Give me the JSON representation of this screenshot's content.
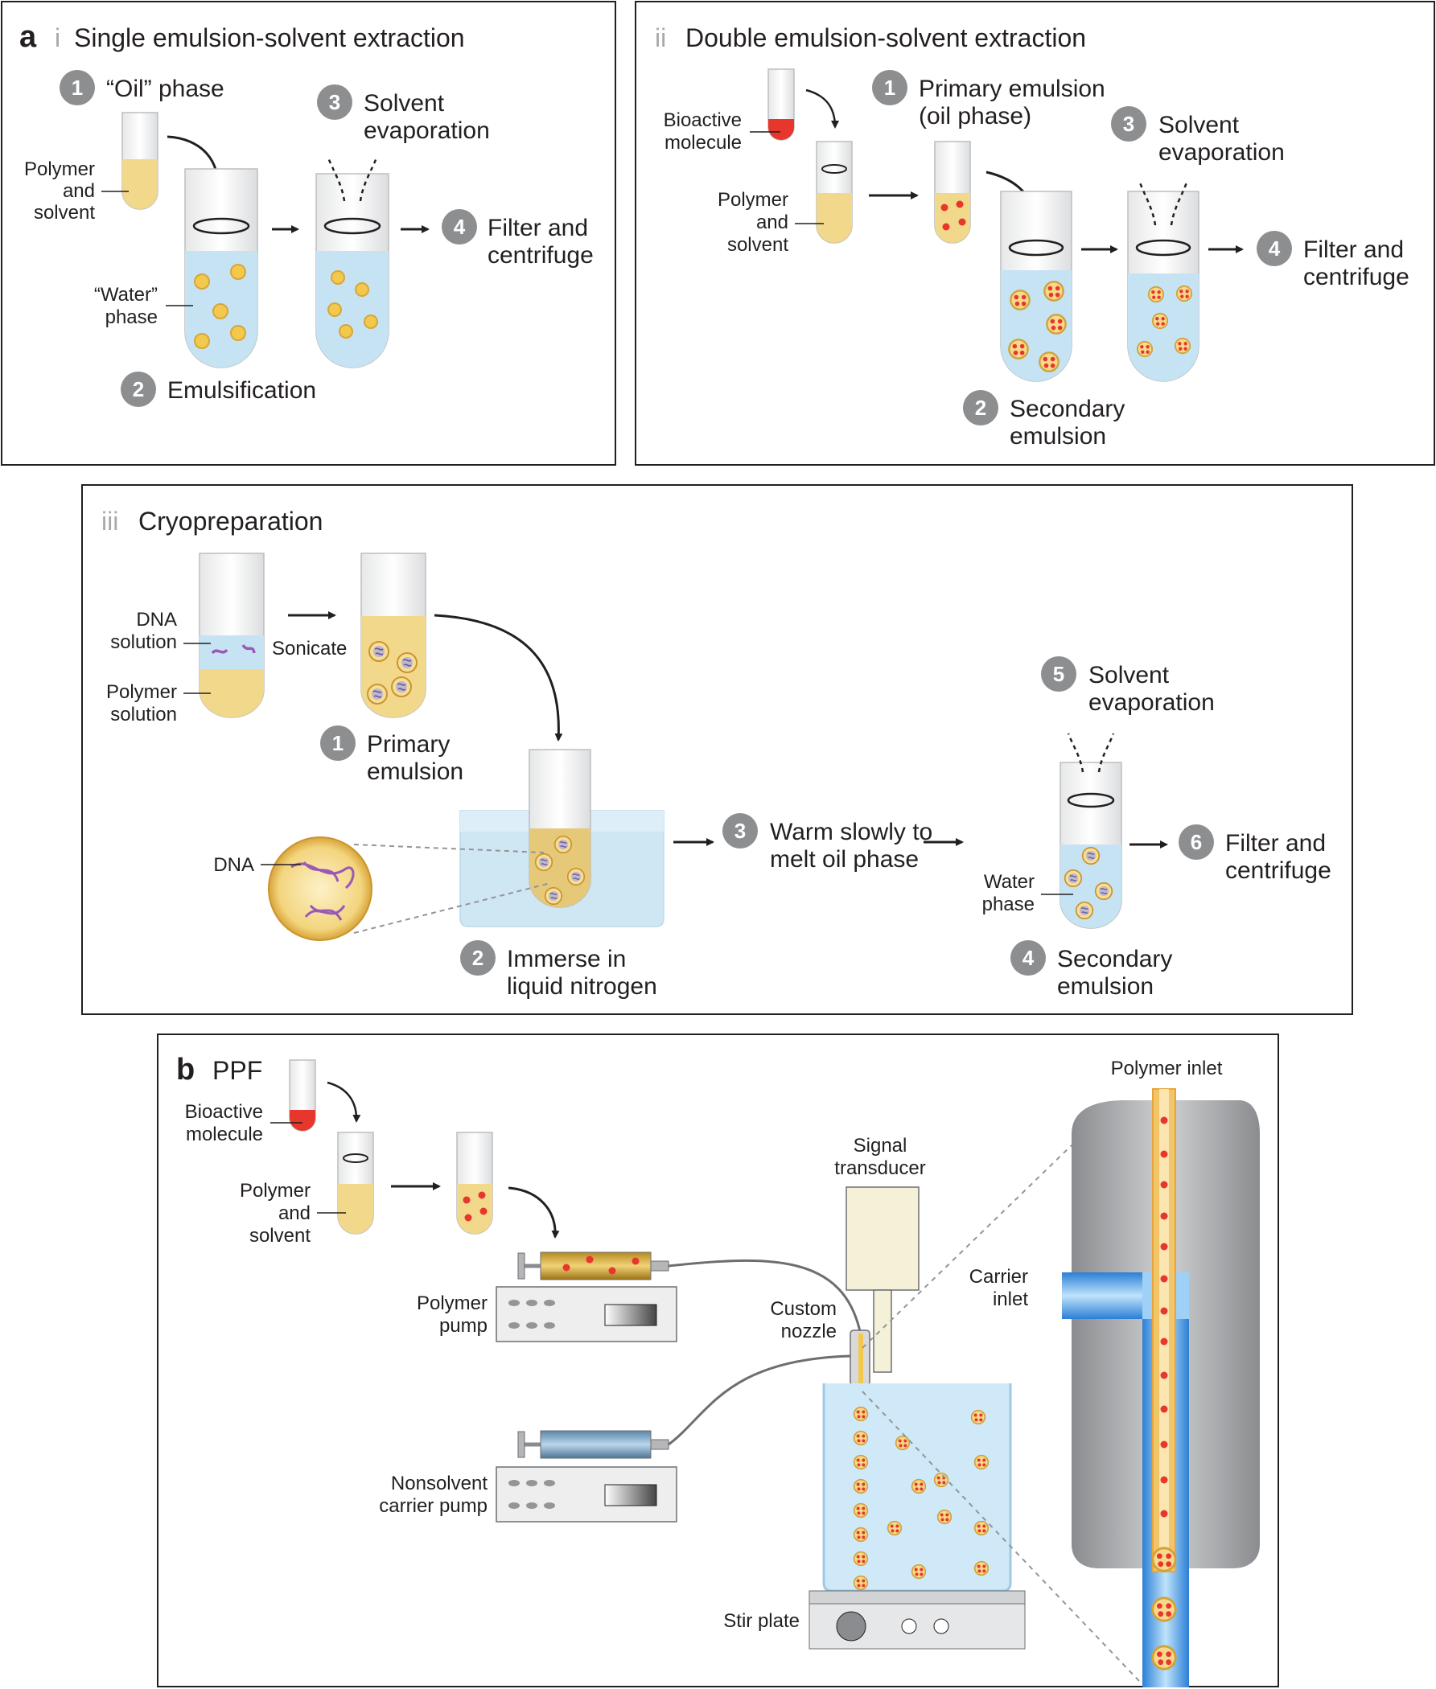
{
  "panel_a_i": {
    "panel_letter": "a",
    "roman": "i",
    "title": "Single emulsion-solvent extraction",
    "steps": [
      {
        "n": "1",
        "text": "“Oil” phase"
      },
      {
        "n": "2",
        "text": "Emulsification"
      },
      {
        "n": "3",
        "line1": "Solvent",
        "line2": "evaporation"
      },
      {
        "n": "4",
        "line1": "Filter and",
        "line2": "centrifuge"
      }
    ],
    "labels": {
      "polymer_l1": "Polymer",
      "polymer_l2": "and",
      "polymer_l3": "solvent",
      "water_l1": "“Water”",
      "water_l2": "phase"
    }
  },
  "panel_a_ii": {
    "roman": "ii",
    "title": "Double emulsion-solvent extraction",
    "steps": [
      {
        "n": "1",
        "line1": "Primary emulsion",
        "line2": "(oil phase)"
      },
      {
        "n": "2",
        "line1": "Secondary",
        "line2": "emulsion"
      },
      {
        "n": "3",
        "line1": "Solvent",
        "line2": "evaporation"
      },
      {
        "n": "4",
        "line1": "Filter and",
        "line2": "centrifuge"
      }
    ],
    "labels": {
      "bioactive_l1": "Bioactive",
      "bioactive_l2": "molecule",
      "polymer_l1": "Polymer",
      "polymer_l2": "and",
      "polymer_l3": "solvent"
    }
  },
  "panel_a_iii": {
    "roman": "iii",
    "title": "Cryopreparation",
    "steps": [
      {
        "n": "1",
        "line1": "Primary",
        "line2": "emulsion"
      },
      {
        "n": "2",
        "line1": "Immerse in",
        "line2": "liquid nitrogen"
      },
      {
        "n": "3",
        "line1": "Warm slowly to",
        "line2": "melt oil phase"
      },
      {
        "n": "4",
        "line1": "Secondary",
        "line2": "emulsion"
      },
      {
        "n": "5",
        "line1": "Solvent",
        "line2": "evaporation"
      },
      {
        "n": "6",
        "line1": "Filter and",
        "line2": "centrifuge"
      }
    ],
    "labels": {
      "dna_sol_l1": "DNA",
      "dna_sol_l2": "solution",
      "poly_sol_l1": "Polymer",
      "poly_sol_l2": "solution",
      "sonicate": "Sonicate",
      "dna": "DNA",
      "water_l1": "Water",
      "water_l2": "phase"
    }
  },
  "panel_b": {
    "panel_letter": "b",
    "title": "PPF",
    "labels": {
      "bioactive_l1": "Bioactive",
      "bioactive_l2": "molecule",
      "polymer_l1": "Polymer",
      "polymer_l2": "and",
      "polymer_l3": "solvent",
      "polymer_pump_l1": "Polymer",
      "polymer_pump_l2": "pump",
      "nonsolvent_l1": "Nonsolvent",
      "nonsolvent_l2": "carrier pump",
      "signal_l1": "Signal",
      "signal_l2": "transducer",
      "nozzle_l1": "Custom",
      "nozzle_l2": "nozzle",
      "stir": "Stir plate",
      "polymer_inlet": "Polymer inlet",
      "carrier_l1": "Carrier",
      "carrier_l2": "inlet"
    }
  },
  "colors": {
    "yellow": "#f2d88a",
    "yellow_dark": "#e3b84a",
    "water": "#c6e3f3",
    "red": "#e7372d",
    "gray_circle": "#8d8e90",
    "frame": "#231f20"
  }
}
